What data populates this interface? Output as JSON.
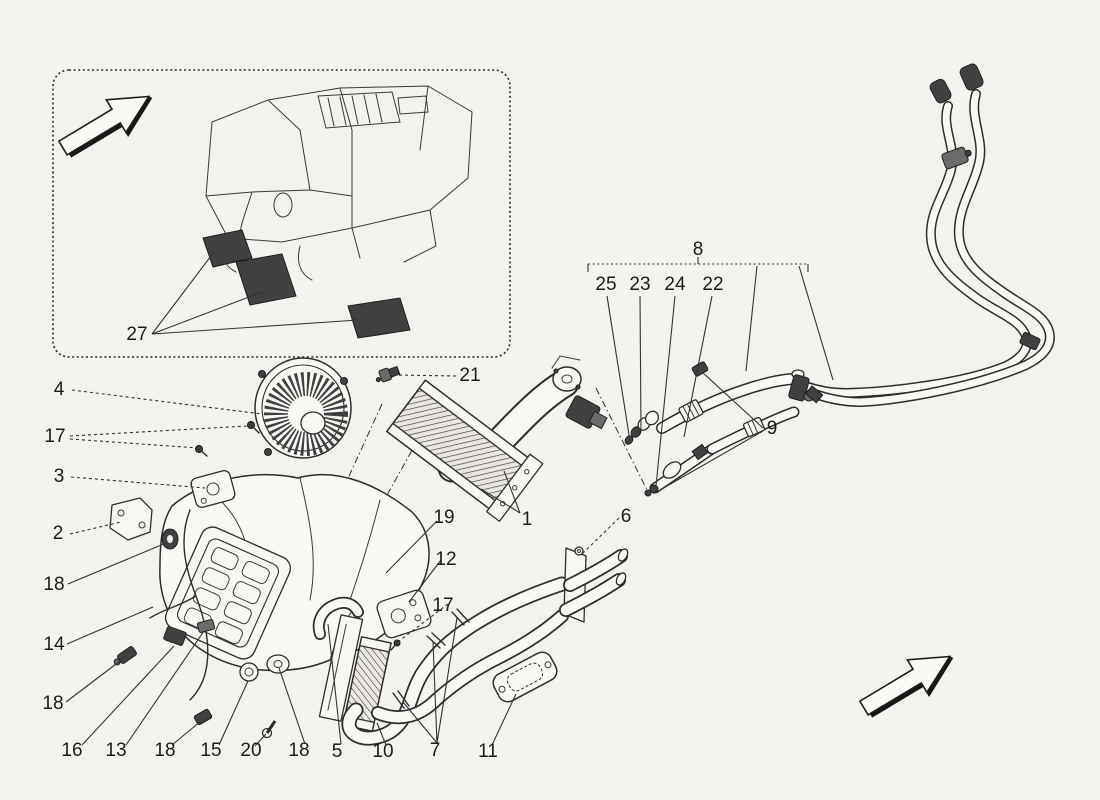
{
  "figure": {
    "description": "air conditioning unit and heater pipes exploded parts diagram",
    "background_color": "#f4f2ee",
    "ink_color": "#2d2d2d",
    "label_color": "#1c1c1c"
  },
  "icons": {
    "inset_arrow": "direction-arrow-ne",
    "corner_arrow": "direction-arrow-ne"
  },
  "callouts": [
    {
      "label": "27"
    },
    {
      "label": "4"
    },
    {
      "label": "17"
    },
    {
      "label": "3"
    },
    {
      "label": "2"
    },
    {
      "label": "18"
    },
    {
      "label": "14"
    },
    {
      "label": "18"
    },
    {
      "label": "16"
    },
    {
      "label": "13"
    },
    {
      "label": "18"
    },
    {
      "label": "15"
    },
    {
      "label": "20"
    },
    {
      "label": "18"
    },
    {
      "label": "5"
    },
    {
      "label": "10"
    },
    {
      "label": "7"
    },
    {
      "label": "11"
    },
    {
      "label": "21"
    },
    {
      "label": "19"
    },
    {
      "label": "1"
    },
    {
      "label": "12"
    },
    {
      "label": "17"
    },
    {
      "label": "6"
    },
    {
      "label": "8"
    },
    {
      "label": "25"
    },
    {
      "label": "23"
    },
    {
      "label": "24"
    },
    {
      "label": "22"
    },
    {
      "label": "9"
    }
  ]
}
